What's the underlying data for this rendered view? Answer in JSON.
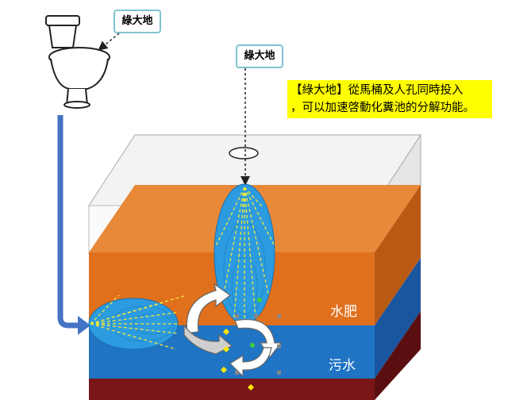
{
  "labels": {
    "toilet_label": "綠大地",
    "top_label": "綠大地"
  },
  "note": {
    "text": "【綠大地】從馬桶及人孔同時投入\n，可以加速啓動化糞池的分解功能。"
  },
  "layers": {
    "fertilizer": "水肥",
    "sewage": "污水"
  },
  "colors": {
    "accent_label_border": "#7fc4cf",
    "note_bg": "#ffff00",
    "fertilizer_front": "#e0701c",
    "fertilizer_top": "#e8893a",
    "fertilizer_side": "#b95a14",
    "sewage_front": "#1f74c4",
    "sewage_side": "#1a55a0",
    "sludge_front": "#7a1618",
    "sludge_side": "#5a0e10",
    "blob": "#2c9be0",
    "arrow": "#4472c4"
  }
}
